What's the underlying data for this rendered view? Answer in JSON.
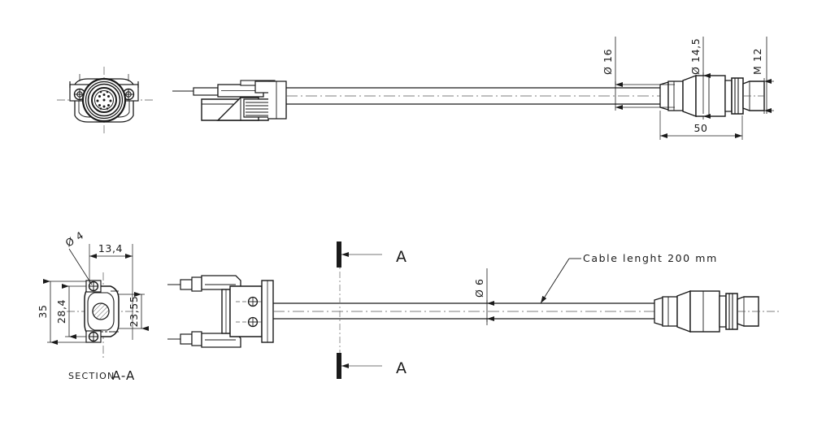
{
  "drawing": {
    "title": "Cable assembly technical drawing",
    "background_color": "#ffffff",
    "line_color": "#1a1a1a",
    "views": {
      "top_row": {
        "end_view_label": "connector-face-end-view",
        "side_view_label": "connector-side-section-view",
        "m12_label": "m12-connector-side-view"
      },
      "bottom_row": {
        "section_view_label": "section-a-a-view",
        "plan_view_label": "connector-plan-view",
        "m12_label": "m12-connector-plan-view"
      }
    }
  },
  "dimensions": {
    "d16": "Ø 16",
    "d14_5": "Ø 14,5",
    "m12": "M 12",
    "len50": "50",
    "d6": "Ø 6",
    "w13_4": "13,4",
    "d4": "Ø 4",
    "h35": "35",
    "h28_4": "28,4",
    "h23_55": "23,55"
  },
  "annotations": {
    "cable_length": "Cable lenght 200 mm",
    "section_marker_top": "A",
    "section_marker_bottom": "A",
    "section_title_prefix": "SECTION",
    "section_title_suffix": "A-A"
  }
}
